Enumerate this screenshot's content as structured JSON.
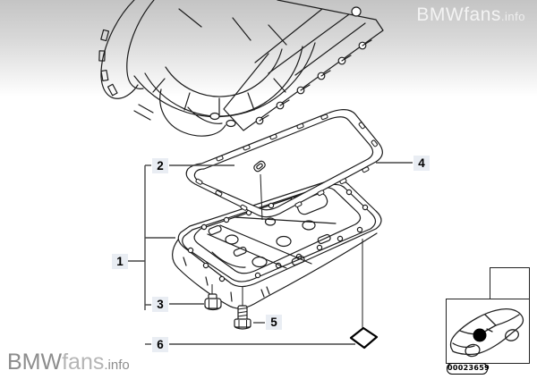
{
  "branding": {
    "watermark": {
      "name": "BMWfans",
      "tld": ".info"
    },
    "logo": {
      "bmw": "BMW",
      "fans": "fans",
      "tld": ".info"
    }
  },
  "diagram": {
    "callouts": [
      {
        "label": "1"
      },
      {
        "label": "2"
      },
      {
        "label": "3"
      },
      {
        "label": "4"
      },
      {
        "label": "5"
      },
      {
        "label": "6"
      }
    ]
  },
  "catalog": {
    "image_number": "00023659"
  },
  "colors": {
    "callout_bg": "#e9edf3",
    "line": "#1c1c1c",
    "top_gradient": "#c4c4c4"
  }
}
